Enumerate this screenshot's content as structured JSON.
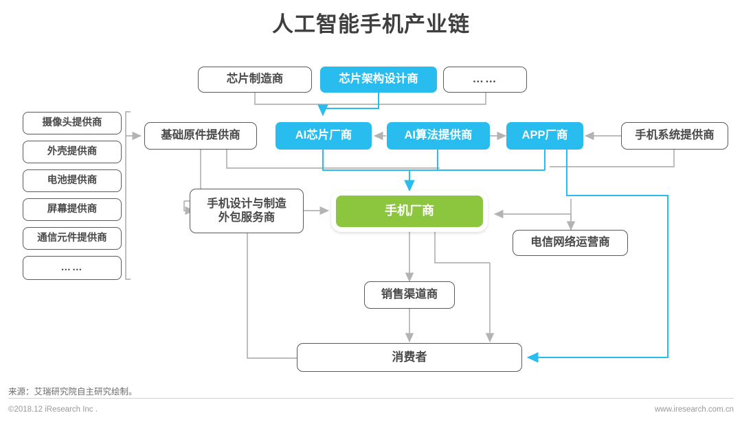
{
  "header": {
    "title": "人工智能手机产业链"
  },
  "colors": {
    "cyan": "#29bdef",
    "green": "#8cc63f",
    "gray_line": "#b3b3b3",
    "border": "#58595b",
    "text": "#4a4a4a"
  },
  "diagram": {
    "top_row": [
      {
        "id": "chip-maker",
        "label": "芯片制造商",
        "style": "gray"
      },
      {
        "id": "chip-arch",
        "label": "芯片架构设计商",
        "style": "cyan"
      },
      {
        "id": "top-more",
        "label": "……",
        "style": "gray"
      }
    ],
    "left_column": [
      {
        "id": "camera-supplier",
        "label": "摄像头提供商"
      },
      {
        "id": "shell-supplier",
        "label": "外壳提供商"
      },
      {
        "id": "battery-supplier",
        "label": "电池提供商"
      },
      {
        "id": "screen-supplier",
        "label": "屏幕提供商"
      },
      {
        "id": "comm-supplier",
        "label": "通信元件提供商"
      },
      {
        "id": "left-more",
        "label": "……"
      }
    ],
    "nodes": [
      {
        "id": "base-parts",
        "label": "基础原件提供商",
        "style": "gray"
      },
      {
        "id": "ai-chip",
        "label": "AI芯片厂商",
        "style": "cyan"
      },
      {
        "id": "ai-algo",
        "label": "AI算法提供商",
        "style": "cyan"
      },
      {
        "id": "app-vendor",
        "label": "APP厂商",
        "style": "cyan"
      },
      {
        "id": "os-supplier",
        "label": "手机系统提供商",
        "style": "gray"
      },
      {
        "id": "odm",
        "label": "手机设计与制造\n外包服务商",
        "style": "gray"
      },
      {
        "id": "phone-maker",
        "label": "手机厂商",
        "style": "green"
      },
      {
        "id": "telecom",
        "label": "电信网络运营商",
        "style": "gray"
      },
      {
        "id": "sales-channel",
        "label": "销售渠道商",
        "style": "gray"
      },
      {
        "id": "consumer",
        "label": "消费者",
        "style": "gray"
      }
    ]
  },
  "footer": {
    "source": "来源：艾瑞研究院自主研究绘制。",
    "copyright": "©2018.12 iResearch Inc .",
    "website": "www.iresearch.com.cn"
  }
}
